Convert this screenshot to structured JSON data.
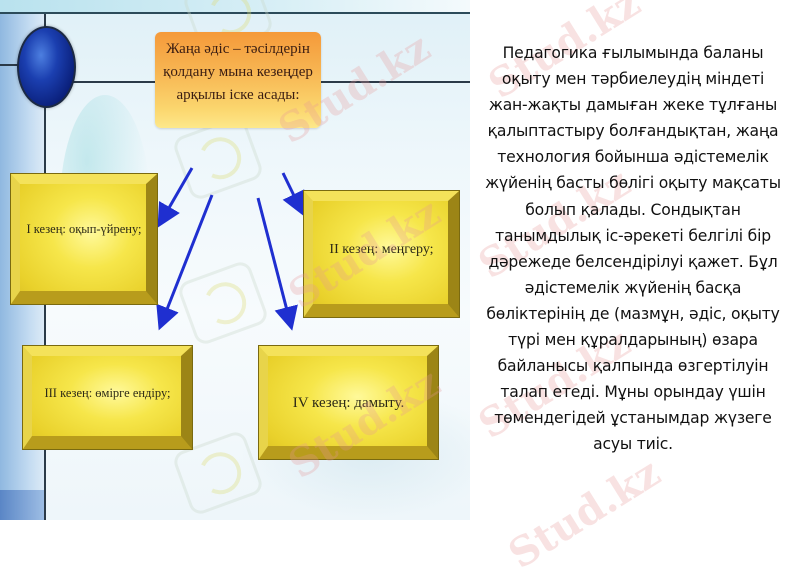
{
  "diagram": {
    "header": "Жаңа әдіс – тәсілдерін қолдану мына кезеңдер арқылы іске асады:",
    "stages": [
      {
        "id": "I",
        "label": "I кезең: оқып-үйрену;"
      },
      {
        "id": "II",
        "label": "II кезең: меңгеру;"
      },
      {
        "id": "III",
        "label": "III кезең: өмірге ендіру;"
      },
      {
        "id": "IV",
        "label": "IV кезең: дамыту."
      }
    ],
    "colors": {
      "header_fill": "#f7b451",
      "stage_fill": "#f6e64a",
      "arrow": "#1f2fd0",
      "globe": "#1b3fb0"
    }
  },
  "watermark": {
    "text": "Stud.kz"
  },
  "paragraph": {
    "lines": [
      "Педагогика ғылымында баланы",
      "оқыту мен тәрбиелеудің міндеті",
      "жан-жақты дамыған жеке тұлғаны",
      "қалыптастыру болғандықтан, жаңа",
      "технология бойынша әдістемелік",
      "жүйенің басты бөлігі оқыту мақсаты",
      "болып қалады. Сондықтан",
      "танымдылық іс-әрекеті белгілі бір",
      "дәрежеде белсендірілуі қажет. Бұл",
      "әдістемелік жүйенің басқа",
      "бөліктерінің де (мазмұн, әдіс, оқыту",
      "түрі мен құралдарының) өзара",
      "байланысы қалпында өзгертілуін",
      "талап етеді. Мұны орындау үшін",
      "төмендегідей ұстанымдар жүзеге",
      "асуы тиіс."
    ]
  }
}
